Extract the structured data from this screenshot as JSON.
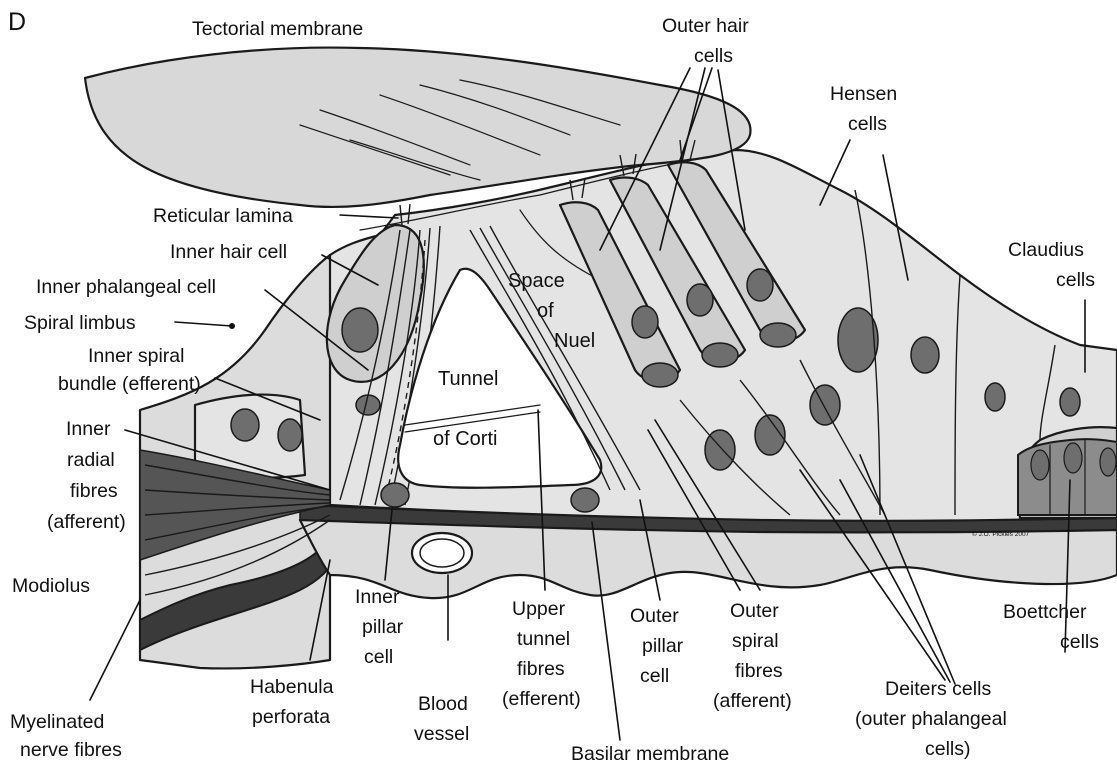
{
  "diagram": {
    "panel_letter": "D",
    "labels": {
      "tectorial_membrane": "Tectorial membrane",
      "outer_hair_cells": [
        "Outer hair",
        "cells"
      ],
      "hensen_cells": [
        "Hensen",
        "cells"
      ],
      "claudius_cells": [
        "Claudius",
        "cells"
      ],
      "reticular_lamina": "Reticular lamina",
      "inner_hair_cell": "Inner hair cell",
      "inner_phalangeal_cell": "Inner phalangeal cell",
      "spiral_limbus": "Spiral limbus",
      "inner_spiral_bundle": [
        "Inner spiral",
        "bundle (efferent)"
      ],
      "inner_radial_fibres": [
        "Inner",
        "radial",
        "fibres",
        "(afferent)"
      ],
      "modiolus": "Modiolus",
      "myelinated_nerve_fibres": [
        "Myelinated",
        "nerve fibres"
      ],
      "habenula_perforata": [
        "Habenula",
        "perforata"
      ],
      "inner_pillar_cell": [
        "Inner",
        "pillar",
        "cell"
      ],
      "blood_vessel": [
        "Blood",
        "vessel"
      ],
      "upper_tunnel_fibres": [
        "Upper",
        "tunnel",
        "fibres",
        "(efferent)"
      ],
      "basilar_membrane": "Basilar membrane",
      "outer_pillar_cell": [
        "Outer",
        "pillar",
        "cell"
      ],
      "outer_spiral_fibres": [
        "Outer",
        "spiral",
        "fibres",
        "(afferent)"
      ],
      "deiters_cells": [
        "Deiters cells",
        "(outer phalangeal",
        "cells)"
      ],
      "boettcher_cells": [
        "Boettcher",
        "cells"
      ],
      "space_of_nuel": [
        "Space",
        "of",
        "Nuel"
      ],
      "tunnel_of_corti": [
        "Tunnel",
        "of Corti"
      ],
      "credit": "© J.O. Pickles 2007"
    }
  },
  "colors": {
    "tissue_fill": "#dcdcdc",
    "cell_fill": "#e4e4e4",
    "nucleus_fill": "#6e6e6e",
    "dark_structure": "#3a3a3a",
    "outline": "#1a1a1a",
    "background": "#ffffff"
  }
}
